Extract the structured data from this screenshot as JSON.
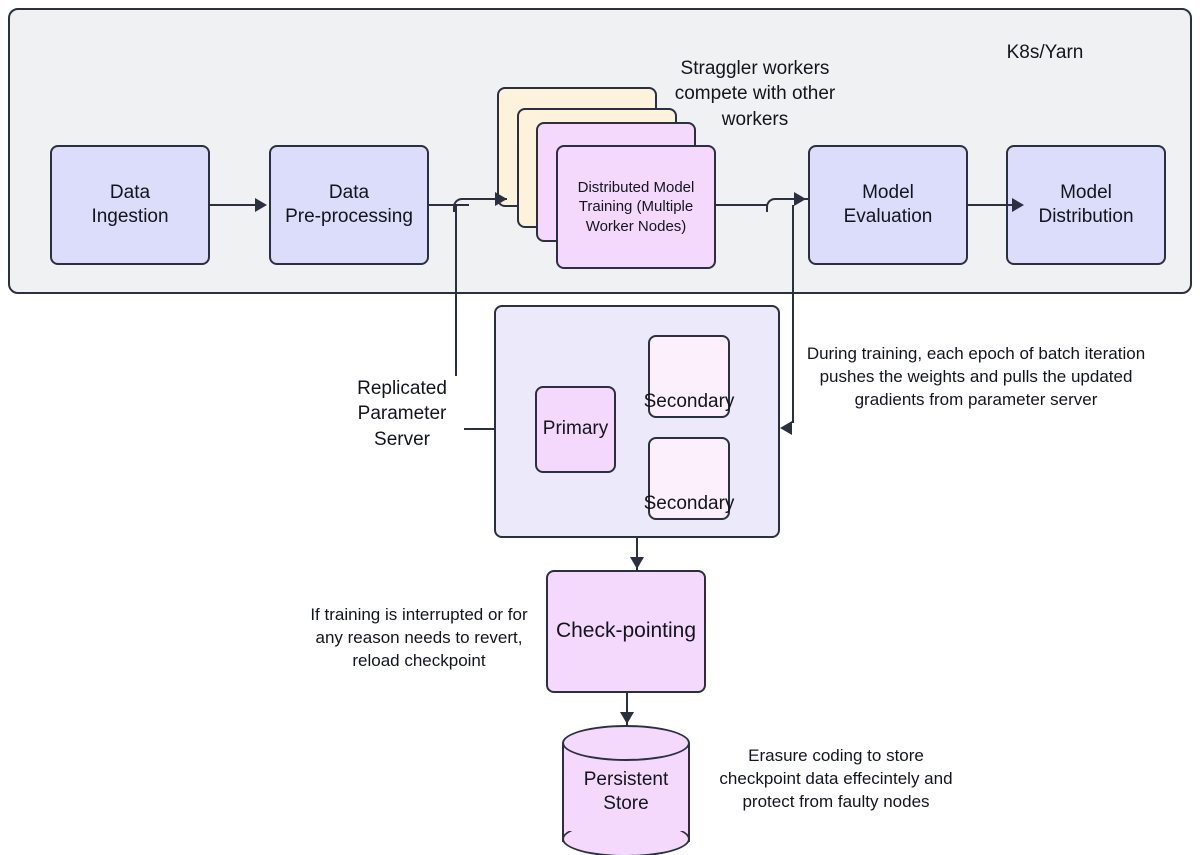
{
  "diagram": {
    "title": "Distributed ML Training Platform Architecture",
    "colors": {
      "lavender": "#dcdcfb",
      "pink": "#f5d9fd",
      "cream": "#fdf3dc",
      "pale_pink": "#fcf0fd",
      "pale_lavender": "#eceafa",
      "container_gray": "#f0f1f2",
      "stroke": "#2b3040",
      "text": "#12151c",
      "page_background": "#ffffff"
    }
  },
  "orchestration_container": {
    "label": "K8s/Yarn"
  },
  "pipeline": {
    "data_ingestion": "Data\nIngestion",
    "data_preprocessing": "Data\nPre-processing",
    "distributed_training": "Distributed Model\nTraining (Multiple\nWorker Nodes)",
    "model_evaluation": "Model\nEvaluation",
    "model_distribution": "Model\nDistribution"
  },
  "parameter_server": {
    "label": "Replicated\nParameter\nServer",
    "primary": "Primary",
    "secondary_1": "Secondary",
    "secondary_2": "Secondary"
  },
  "storage": {
    "checkpointing": "Check-pointing",
    "persistent_store": "Persistent\nStore"
  },
  "annotations": {
    "straggler": "Straggler workers\ncompete with other\nworkers",
    "training_sync": "During training, each epoch of batch iteration\npushes the weights and pulls the updated\ngradients from parameter server",
    "checkpoint_reload": "If training is interrupted or for\nany reason needs to revert,\nreload checkpoint",
    "erasure_coding": "Erasure coding to store\ncheckpoint data effecintely and\nprotect from faulty nodes"
  }
}
